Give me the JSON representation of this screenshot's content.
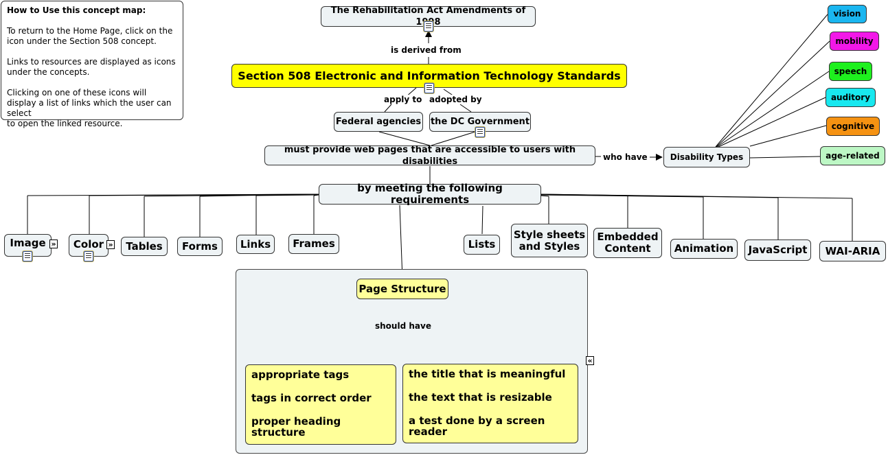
{
  "help": {
    "title": "How to Use this concept map:",
    "paragraphs": [
      "To return to the Home Page, click on the icon under the Section 508 concept.",
      "Links to resources are displayed as icons under the concepts.",
      "Clicking on one of these icons will display a list of links which the user can select\n to open the linked resource."
    ]
  },
  "concepts": {
    "rehab_act": "The Rehabilitation Act Amendments of 1998",
    "section_508": "Section 508 Electronic and Information Technology Standards",
    "federal": "Federal agencies",
    "dc_gov": "the DC Government",
    "must_provide": "must provide web pages that are accessible to users with disabilities",
    "disability_types": "Disability Types",
    "requirements": "by meeting the following requirements",
    "page_structure": "Page Structure"
  },
  "link_labels": {
    "derived": "is derived from",
    "apply_to": "apply to",
    "adopted_by": "adopted by",
    "who_have": "who have",
    "should_have": "should have"
  },
  "disabilities": [
    {
      "label": "vision",
      "color": "#1ab6f0"
    },
    {
      "label": "mobility",
      "color": "#f218e8"
    },
    {
      "label": "speech",
      "color": "#1ef01e"
    },
    {
      "label": "auditory",
      "color": "#18e8ef"
    },
    {
      "label": "cognitive",
      "color": "#f59212"
    },
    {
      "label": "age-related",
      "color": "#bdf7c5"
    }
  ],
  "requirements": {
    "image": "Image",
    "color": "Color",
    "tables": "Tables",
    "forms": "Forms",
    "links": "Links",
    "frames": "Frames",
    "lists": "Lists",
    "style_sheets": "Style sheets and Styles",
    "embedded": "Embedded Content",
    "animation": "Animation",
    "javascript": "JavaScript",
    "wai_aria": "WAI-ARIA"
  },
  "structure_left": [
    "appropriate tags",
    "tags in correct order",
    "proper heading structure"
  ],
  "structure_right": [
    "the title that is meaningful",
    "the text that is resizable",
    "a test done by a screen reader"
  ],
  "icons": {
    "resource": "resource-document-icon",
    "expand": "expand-double-chevron-icon",
    "collapse": "collapse-double-chevron-icon",
    "expand_glyph": "»",
    "collapse_glyph": "«"
  },
  "colors": {
    "concept_bg": "#eef3f5",
    "highlight": "#ffff00",
    "structure_bg": "#ffff99"
  }
}
